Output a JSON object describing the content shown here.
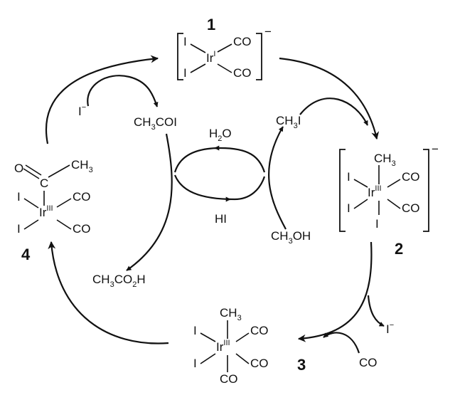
{
  "colors": {
    "ink": "#111111",
    "background": "#ffffff"
  },
  "species_numbers": {
    "n1": "1",
    "n2": "2",
    "n3": "3",
    "n4": "4"
  },
  "complex1": {
    "I_a": "I",
    "I_b": "I",
    "Ir": "Ir",
    "Ir_ox": "I",
    "CO_a": "CO",
    "CO_b": "CO",
    "charge": "−"
  },
  "complex2": {
    "CH": "CH",
    "CH_sub": "3",
    "I_a": "I",
    "I_b": "I",
    "I_c": "I",
    "Ir": "Ir",
    "Ir_ox": "III",
    "CO_a": "CO",
    "CO_b": "CO",
    "charge": "−"
  },
  "complex3": {
    "CH": "CH",
    "CH_sub": "3",
    "I_a": "I",
    "I_b": "I",
    "Ir": "Ir",
    "Ir_ox": "III",
    "CO_a": "CO",
    "CO_b": "CO",
    "CO_c": "CO"
  },
  "complex4": {
    "O": "O",
    "C": "C",
    "CH": "CH",
    "CH_sub": "3",
    "I_a": "I",
    "I_b": "I",
    "Ir": "Ir",
    "Ir_ox": "III",
    "CO_a": "CO",
    "CO_b": "CO"
  },
  "reagents": {
    "iodide_top": {
      "I": "I",
      "charge": "−"
    },
    "iodide_bottom": {
      "I": "I",
      "charge": "−"
    },
    "co_in": "CO",
    "ch3coi": {
      "p1": "CH",
      "sub": "3",
      "p2": "COI"
    },
    "ch3i": {
      "p1": "CH",
      "sub": "3",
      "p2": "I"
    },
    "ch3oh": {
      "p1": "CH",
      "sub": "3",
      "p2": "OH"
    },
    "ch3co2h": {
      "p1": "CH",
      "sub": "3",
      "p2": "CO",
      "sub2": "2",
      "p3": "H"
    },
    "h2o": {
      "p1": "H",
      "sub": "2",
      "p2": "O"
    },
    "hi": "HI"
  }
}
